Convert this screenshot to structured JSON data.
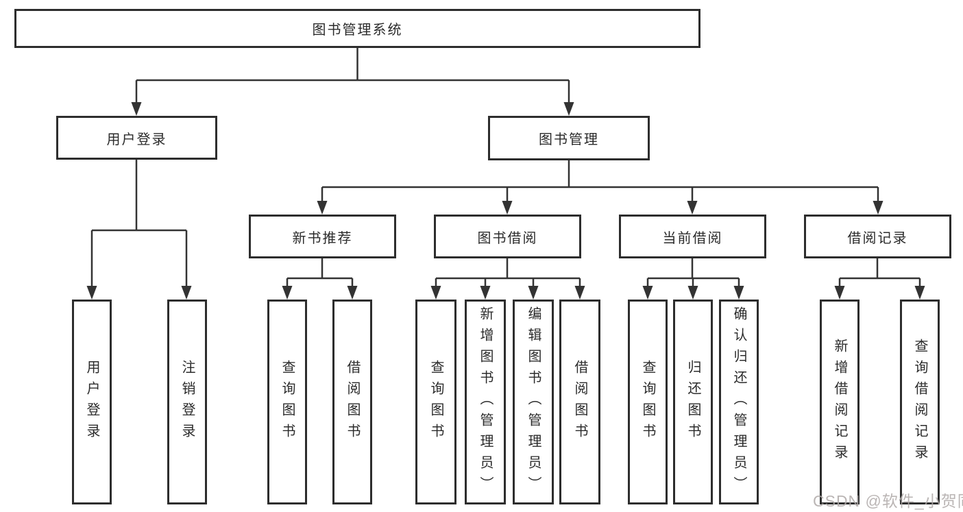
{
  "diagram": {
    "title": "图书管理系统",
    "level2": {
      "user_login": "用户登录",
      "book_management": "图书管理"
    },
    "level3": {
      "new_book_recommend": "新书推荐",
      "book_borrowing": "图书借阅",
      "current_borrowing": "当前借阅",
      "borrowing_records": "借阅记录"
    },
    "leaves": {
      "user_login": "用户登录",
      "logout_login": "注销登录",
      "query_books_recommend": "查询图书",
      "borrow_books_recommend": "借阅图书",
      "query_books_borrowing": "查询图书",
      "add_books_admin": "新增图书（管理员）",
      "edit_books_admin": "编辑图书（管理员）",
      "borrow_books_borrowing": "借阅图书",
      "query_books_current": "查询图书",
      "return_books": "归还图书",
      "confirm_return_admin": "确认归还（管理员）",
      "add_borrow_record": "新增借阅记录",
      "query_borrow_record": "查询借阅记录"
    }
  },
  "watermark": "CSDN @软件_小贺同学",
  "colors": {
    "line": "#333333",
    "box_border": "#2d2d2d",
    "text": "#2b2b2b",
    "watermark": "#afa9a8",
    "background": "#ffffff"
  }
}
